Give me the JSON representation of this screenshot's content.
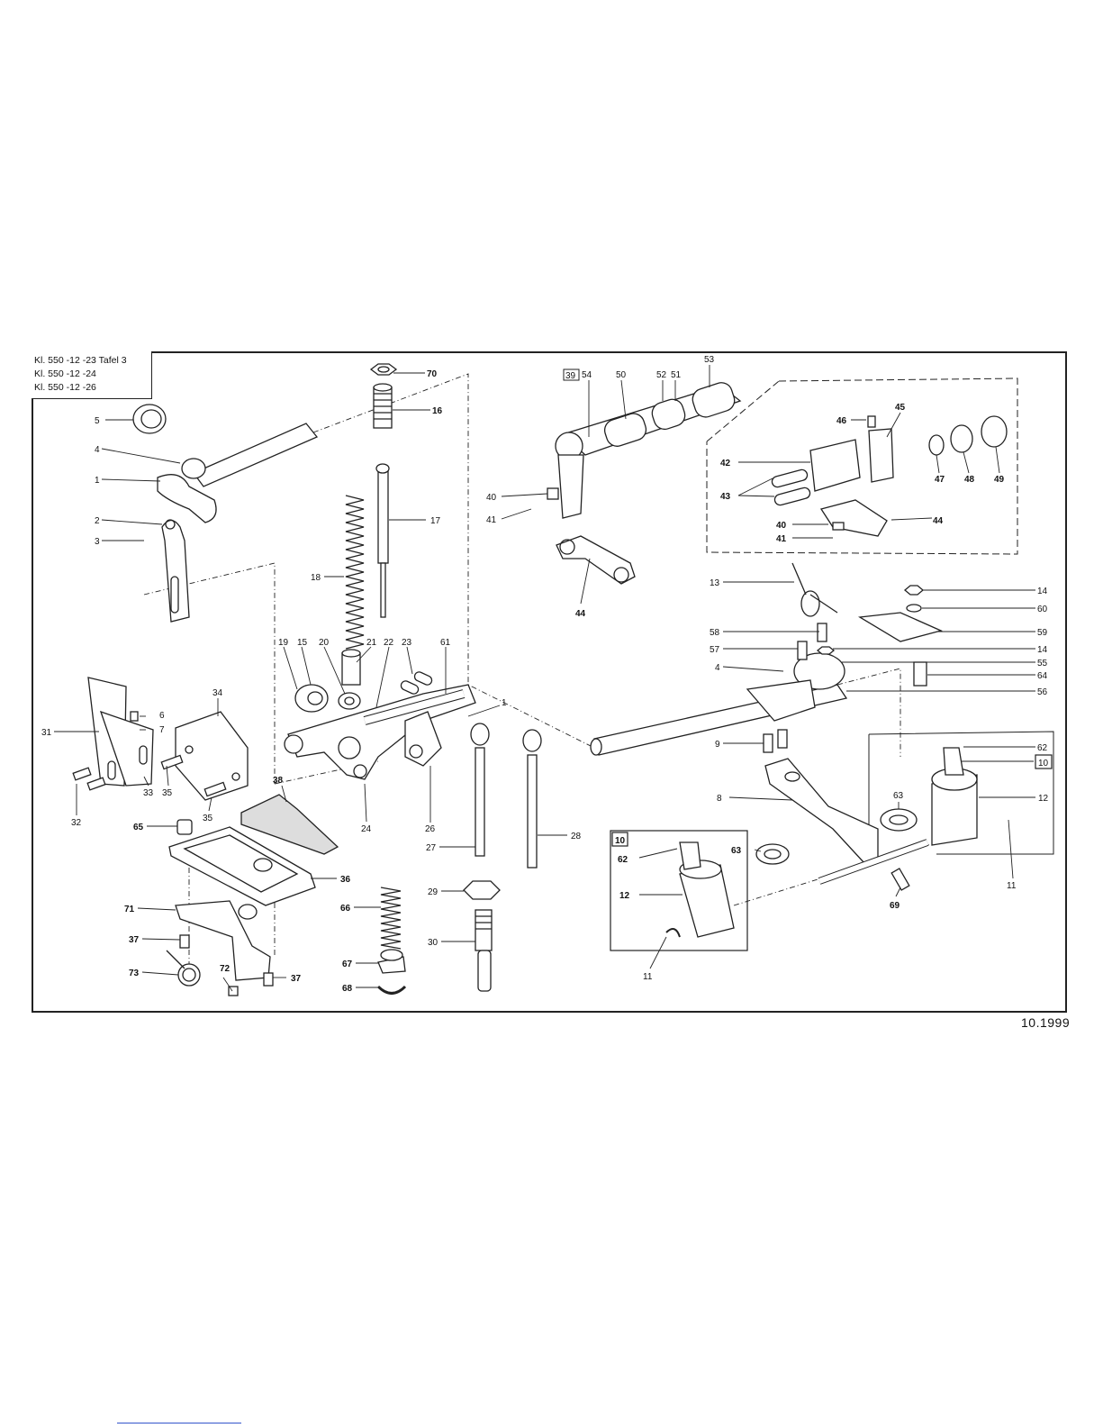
{
  "title_block": {
    "line1": "Kl. 550 -12 -23  Tafel  3",
    "line2": "Kl. 550 -12 -24",
    "line3": "Kl. 550 -12 -26"
  },
  "date": "10.1999",
  "callouts": {
    "c70": "70",
    "c16": "16",
    "c17": "17",
    "c18": "18",
    "c5": "5",
    "c4a": "4",
    "c1a": "1",
    "c2": "2",
    "c3": "3",
    "c19": "19",
    "c15": "15",
    "c20": "20",
    "c21": "21",
    "c22": "22",
    "c23": "23",
    "c61": "61",
    "c1b": "1",
    "c34": "34",
    "c6": "6",
    "c7": "7",
    "c31": "31",
    "c32": "32",
    "c33": "33",
    "c35a": "35",
    "c35b": "35",
    "c24": "24",
    "c26": "26",
    "c27": "27",
    "c28": "28",
    "c38": "38",
    "c65": "65",
    "c36": "36",
    "c71": "71",
    "c37a": "37",
    "c73": "73",
    "c72": "72",
    "c37b": "37",
    "c66": "66",
    "c29": "29",
    "c30": "30",
    "c67": "67",
    "c68": "68",
    "c39": "39",
    "c54": "54",
    "c50": "50",
    "c52": "52",
    "c51": "51",
    "c53": "53",
    "c40a": "40",
    "c41a": "41",
    "c44a": "44",
    "c46": "46",
    "c45": "45",
    "c42": "42",
    "c43": "43",
    "c47": "47",
    "c48": "48",
    "c49": "49",
    "c40b": "40",
    "c41b": "41",
    "c44b": "44",
    "c13": "13",
    "c14a": "14",
    "c60": "60",
    "c59": "59",
    "c58": "58",
    "c57": "57",
    "c14b": "14",
    "c55": "55",
    "c4b": "4",
    "c64": "64",
    "c56": "56",
    "c9": "9",
    "c62a": "62",
    "c10a": "10",
    "c8": "8",
    "c63a": "63",
    "c12a": "12",
    "c11a": "11",
    "c69": "69",
    "c10b": "10",
    "c62b": "62",
    "c63b": "63",
    "c12b": "12",
    "c11b": "11"
  }
}
